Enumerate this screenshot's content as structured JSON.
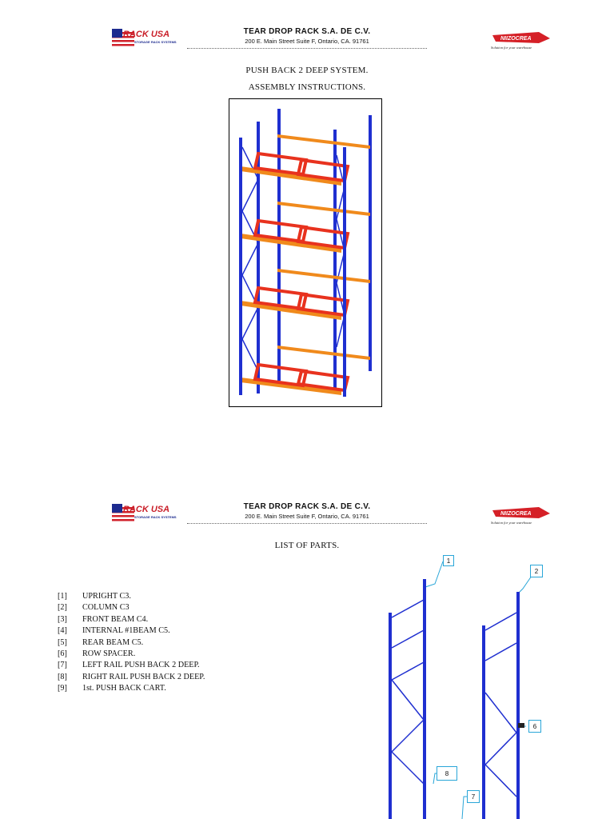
{
  "header": {
    "left_logo_text": "RACK USA",
    "left_logo_sub": "STORAGE RACK SYSTEMS",
    "company_name": "TEAR DROP RACK S.A. DE C.V.",
    "address": "200 E. Main Street Suite F, Ontario, CA. 91761",
    "right_logo_text": "NIIZOCREA",
    "right_logo_tagline": "Solution for your warehouse"
  },
  "page1": {
    "title_line1": "PUSH BACK 2 DEEP SYSTEM.",
    "title_line2": "ASSEMBLY INSTRUCTIONS."
  },
  "page2": {
    "title": "LIST OF PARTS.",
    "parts": [
      {
        "num": "[1]",
        "label": "UPRIGHT C3."
      },
      {
        "num": "[2]",
        "label": "COLUMN C3"
      },
      {
        "num": "[3]",
        "label": "FRONT BEAM C4."
      },
      {
        "num": "[4]",
        "label": "INTERNAL #1BEAM C5."
      },
      {
        "num": "[5]",
        "label": "REAR BEAM C5."
      },
      {
        "num": "[6]",
        "label": "ROW SPACER."
      },
      {
        "num": "[7]",
        "label": "LEFT RAIL PUSH BACK 2 DEEP."
      },
      {
        "num": "[8]",
        "label": "RIGHT RAIL PUSH BACK 2 DEEP."
      },
      {
        "num": "[9]",
        "label": "1st. PUSH BACK CART."
      }
    ],
    "callouts": [
      "1",
      "2",
      "6",
      "8",
      "7"
    ]
  },
  "colors": {
    "upright_blue": "#1f2fd0",
    "beam_orange": "#f08a1c",
    "cart_red": "#e8321e",
    "callout_border": "#2aa6d8"
  }
}
